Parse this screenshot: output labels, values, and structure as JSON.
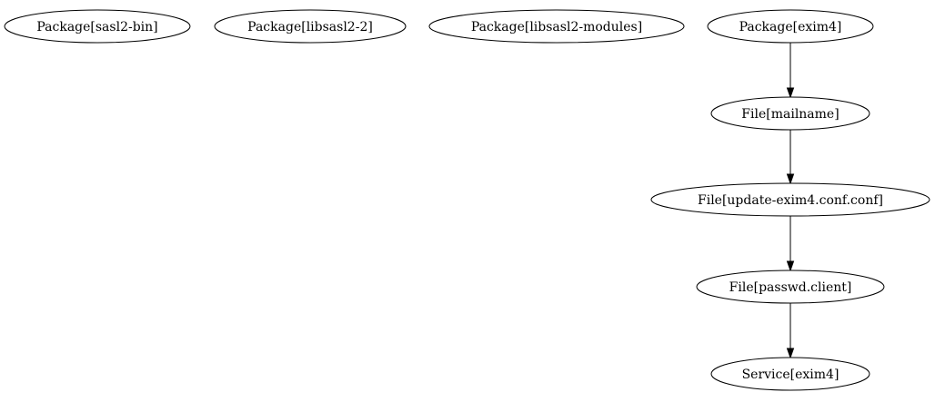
{
  "graph": {
    "nodes": [
      {
        "id": "pkg-sasl2-bin",
        "label": "Package[sasl2-bin]"
      },
      {
        "id": "pkg-libsasl2-2",
        "label": "Package[libsasl2-2]"
      },
      {
        "id": "pkg-libsasl2-modules",
        "label": "Package[libsasl2-modules]"
      },
      {
        "id": "pkg-exim4",
        "label": "Package[exim4]"
      },
      {
        "id": "file-mailname",
        "label": "File[mailname]"
      },
      {
        "id": "file-update-exim4-conf",
        "label": "File[update-exim4.conf.conf]"
      },
      {
        "id": "file-passwd-client",
        "label": "File[passwd.client]"
      },
      {
        "id": "service-exim4",
        "label": "Service[exim4]"
      }
    ],
    "edges": [
      {
        "from": "pkg-exim4",
        "to": "file-mailname"
      },
      {
        "from": "file-mailname",
        "to": "file-update-exim4-conf"
      },
      {
        "from": "file-update-exim4-conf",
        "to": "file-passwd-client"
      },
      {
        "from": "file-passwd-client",
        "to": "service-exim4"
      }
    ]
  }
}
